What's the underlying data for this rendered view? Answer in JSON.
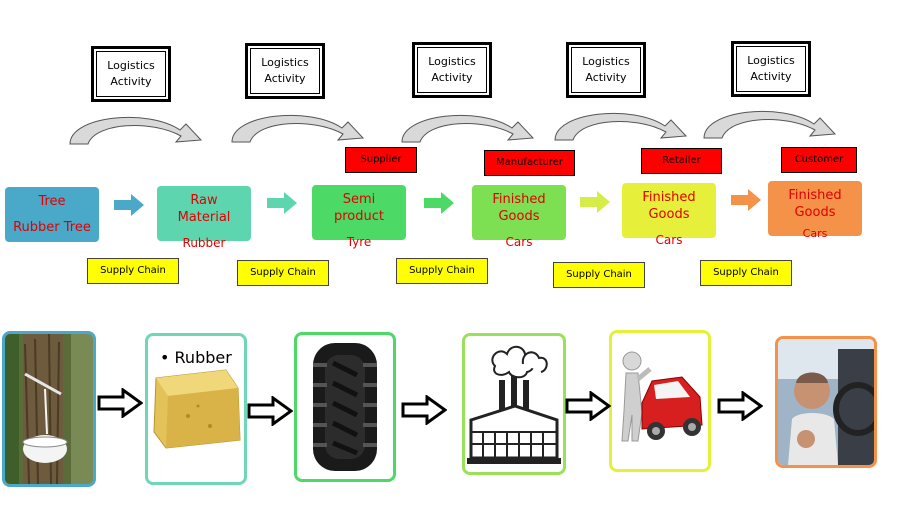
{
  "logistics_label": "Logistics\nActivity",
  "stages": [
    {
      "name": "Tree",
      "sub": "Rubber Tree",
      "color": "#4aa8c8"
    },
    {
      "name": "Raw\nMaterial",
      "sub": "Rubber",
      "color": "#5dd6b0"
    },
    {
      "name": "Semi\nproduct",
      "sub": "Tyre",
      "color": "#4cd965"
    },
    {
      "name": "Finished\nGoods",
      "sub": "Cars",
      "color": "#7ddf52"
    },
    {
      "name": "Finished\nGoods",
      "sub": "Cars",
      "color": "#e6ef3a"
    },
    {
      "name": "Finished\nGoods",
      "sub": "Cars",
      "color": "#f39248"
    }
  ],
  "arrow_colors": [
    "#4aa8c8",
    "#5dd6b0",
    "#4cd965",
    "#d6ec47",
    "#f39248"
  ],
  "roles": [
    "Supplier",
    "Manufacturer",
    "Retailer",
    "Customer"
  ],
  "supply_chain_label": "Supply Chain",
  "photo_caption": "• Rubber",
  "photo_border_colors": [
    "#4aa8c8",
    "#6fd6b7",
    "#4cd965",
    "#9be05a",
    "#e6ef3a",
    "#f39248"
  ],
  "icons": [
    "rubber-tree-tapping-icon",
    "rubber-block-icon",
    "tyre-icon",
    "factory-icon",
    "car-retailer-icon",
    "customer-driver-icon"
  ]
}
